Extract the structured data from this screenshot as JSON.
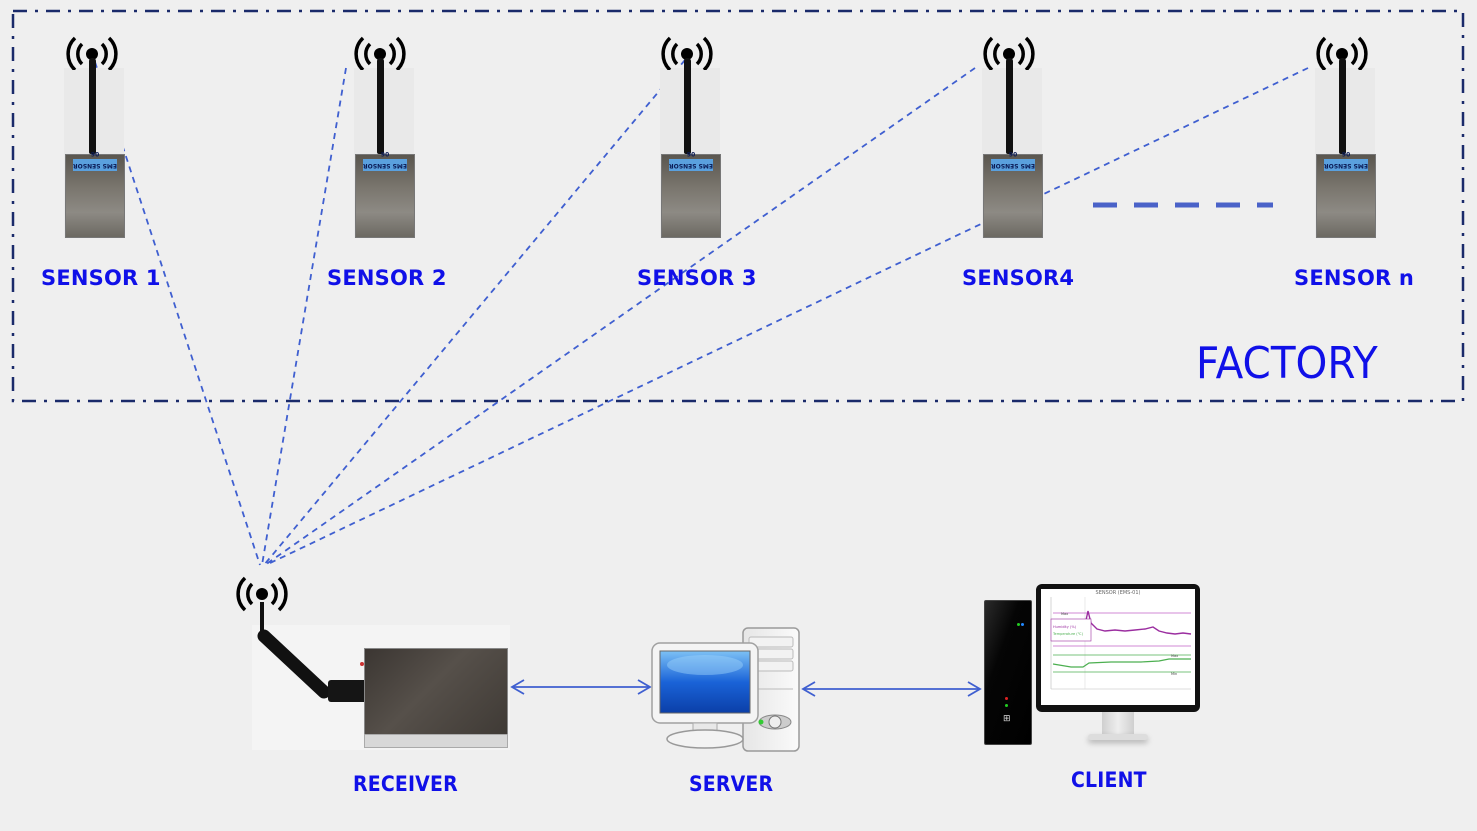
{
  "diagram": {
    "title": "FACTORY",
    "sensors": [
      {
        "label": "SENSOR 1",
        "tag": "EMS SENSOR 06"
      },
      {
        "label": "SENSOR 2",
        "tag": "EMS SENSOR 06"
      },
      {
        "label": "SENSOR 3",
        "tag": "EMS SENSOR 06"
      },
      {
        "label": "SENSOR4",
        "tag": "EMS SENSOR 06"
      },
      {
        "label": "SENSOR n",
        "tag": "EMS SENSOR 06"
      }
    ],
    "ellipsis_between": "SENSOR4 … SENSOR n",
    "devices": {
      "receiver": {
        "label": "RECEIVER",
        "icon": "wireless-signal-icon"
      },
      "server": {
        "label": "SERVER",
        "icon": "desktop-computer-icon"
      },
      "client": {
        "label": "CLIENT",
        "icon": "pc-monitor-icon"
      }
    },
    "links": [
      {
        "from": "SENSOR 1",
        "to": "RECEIVER",
        "style": "dashed-wireless"
      },
      {
        "from": "SENSOR 2",
        "to": "RECEIVER",
        "style": "dashed-wireless"
      },
      {
        "from": "SENSOR 3",
        "to": "RECEIVER",
        "style": "dashed-wireless"
      },
      {
        "from": "SENSOR4",
        "to": "RECEIVER",
        "style": "dashed-wireless"
      },
      {
        "from": "SENSOR n",
        "to": "RECEIVER",
        "style": "dashed-wireless"
      },
      {
        "from": "RECEIVER",
        "to": "SERVER",
        "style": "bidirectional-arrow"
      },
      {
        "from": "SERVER",
        "to": "CLIENT",
        "style": "bidirectional-arrow"
      }
    ],
    "client_screen": {
      "chart_title": "SENSOR (EMS-01)",
      "legend": [
        "Humidity (%)",
        "Temperature (℃)"
      ],
      "max_label": "Max (70%)",
      "min_label": "Min (40%)"
    },
    "colors": {
      "label": "#1010e8",
      "link": "#3f5fd0",
      "factory_border": "#1a2a6a",
      "background": "#efefef",
      "humidity_line": "#9b2ea0",
      "temperature_line": "#4caf50"
    }
  }
}
